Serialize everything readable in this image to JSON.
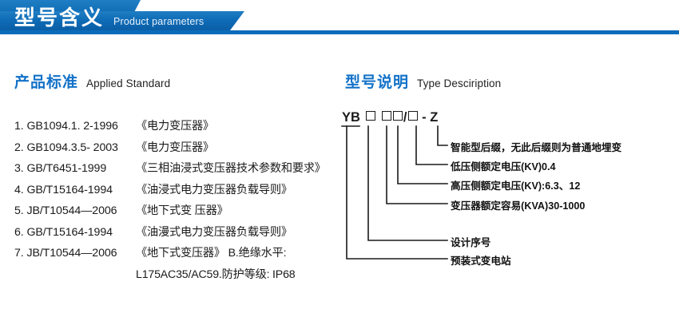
{
  "banner": {
    "title": "型号含义",
    "subtitle": "Product parameters",
    "bg_color": "#0a68b4",
    "bar_color": "#0a6cbb"
  },
  "sections": {
    "standard": {
      "cn": "产品标准",
      "en": "Applied Standard",
      "heading_color": "#1272c8",
      "items": [
        {
          "index": "1.",
          "code": "GB1094.1. 2-1996",
          "name": "《电力变压器》"
        },
        {
          "index": "2.",
          "code": "GB1094.3.5- 2003",
          "name": "《电力变压器》"
        },
        {
          "index": "3.",
          "code": "GB/T6451-1999",
          "name": "《三相油浸式变压器技术参数和要求》"
        },
        {
          "index": "4.",
          "code": "GB/T15164-1994",
          "name": "《油浸式电力变压器负载导则》"
        },
        {
          "index": "5.",
          "code": "JB/T10544—2006",
          "name": "《地下式变 压器》"
        },
        {
          "index": "6.",
          "code": "GB/T15164-1994",
          "name": "《油漫式电力变压器负载导则》"
        },
        {
          "index": "7.",
          "code": "JB/T10544—2006",
          "name": "《地下式变压器》 B.绝缘水平:"
        }
      ],
      "continuation": "L175AC35/AC59.防护等级: IP68"
    },
    "type": {
      "cn": "型号说明",
      "en": "Type Desciription",
      "heading_color": "#1272c8",
      "code": {
        "prefix": "YB",
        "segments": [
          "box",
          "box",
          "box",
          "slash",
          "box",
          "dash",
          "Z"
        ],
        "display": "YB □ □□/□ - Z"
      },
      "callouts": [
        {
          "id": "intelligent-suffix",
          "label": "智能型后缀，无此后缀则为普通地埋变"
        },
        {
          "id": "lv-rated-voltage",
          "label": "低压侧额定电压(KV)0.4"
        },
        {
          "id": "hv-rated-voltage",
          "label": "高压侧额定电压(KV):6.3、12"
        },
        {
          "id": "rated-capacity",
          "label": "变压器额定容易(KVA)30-1000"
        },
        {
          "id": "design-serial",
          "label": "设计序号"
        },
        {
          "id": "substation-type",
          "label": "预装式变电站"
        }
      ]
    }
  }
}
